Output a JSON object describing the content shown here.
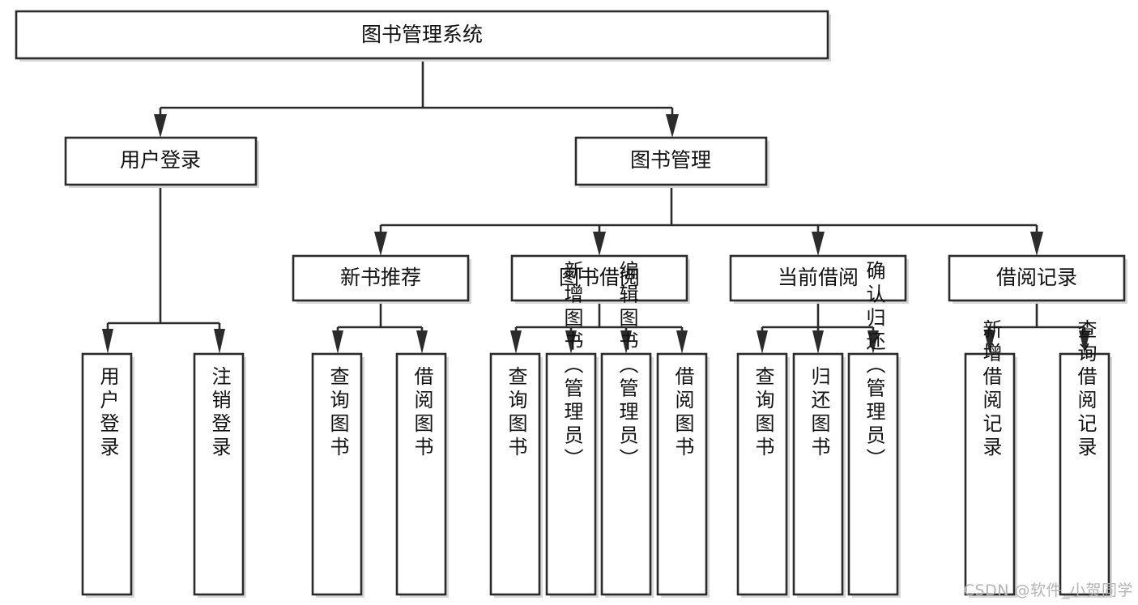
{
  "diagram": {
    "type": "tree-hierarchy",
    "title": "图书管理系统",
    "watermark": "CSDN @软件_小贺同学",
    "colors": {
      "stroke": "#2b2b2b",
      "fill": "#ffffff",
      "text": "#111111",
      "shadow": "#c9c9c9",
      "watermark": "#b4b4b4"
    },
    "levels": [
      {
        "level": 1,
        "nodes": [
          {
            "id": "root",
            "label": "图书管理系统",
            "orientation": "horizontal"
          }
        ]
      },
      {
        "level": 2,
        "nodes": [
          {
            "id": "login",
            "label": "用户登录",
            "orientation": "horizontal",
            "parent": "root"
          },
          {
            "id": "bookmgmt",
            "label": "图书管理",
            "orientation": "horizontal",
            "parent": "root"
          }
        ]
      },
      {
        "level": 3,
        "nodes": [
          {
            "id": "newbook",
            "label": "新书推荐",
            "orientation": "horizontal",
            "parent": "bookmgmt"
          },
          {
            "id": "borrow",
            "label": "图书借阅",
            "orientation": "horizontal",
            "parent": "bookmgmt"
          },
          {
            "id": "current",
            "label": "当前借阅",
            "orientation": "horizontal",
            "parent": "bookmgmt"
          },
          {
            "id": "records",
            "label": "借阅记录",
            "orientation": "horizontal",
            "parent": "bookmgmt"
          }
        ]
      },
      {
        "level": 4,
        "nodes": [
          {
            "id": "leaf1",
            "label": "用户登录",
            "orientation": "vertical",
            "parent": "login"
          },
          {
            "id": "leaf2",
            "label": "注销登录",
            "orientation": "vertical",
            "parent": "login"
          },
          {
            "id": "leaf3",
            "label": "查询图书",
            "orientation": "vertical",
            "parent": "newbook"
          },
          {
            "id": "leaf4",
            "label": "借阅图书",
            "orientation": "vertical",
            "parent": "newbook"
          },
          {
            "id": "leaf5",
            "label": "查询图书",
            "orientation": "vertical",
            "parent": "borrow"
          },
          {
            "id": "leaf6",
            "label": "新增图书（管理员）",
            "orientation": "vertical",
            "parent": "borrow"
          },
          {
            "id": "leaf7",
            "label": "编辑图书（管理员）",
            "orientation": "vertical",
            "parent": "borrow"
          },
          {
            "id": "leaf8",
            "label": "借阅图书",
            "orientation": "vertical",
            "parent": "borrow"
          },
          {
            "id": "leaf9",
            "label": "查询图书",
            "orientation": "vertical",
            "parent": "current"
          },
          {
            "id": "leaf10",
            "label": "归还图书",
            "orientation": "vertical",
            "parent": "current"
          },
          {
            "id": "leaf11",
            "label": "确认归还（管理员）",
            "orientation": "vertical",
            "parent": "current"
          },
          {
            "id": "leaf12",
            "label": "新增借阅记录",
            "orientation": "vertical",
            "parent": "records"
          },
          {
            "id": "leaf13",
            "label": "查询借阅记录",
            "orientation": "vertical",
            "parent": "records"
          }
        ]
      }
    ]
  }
}
